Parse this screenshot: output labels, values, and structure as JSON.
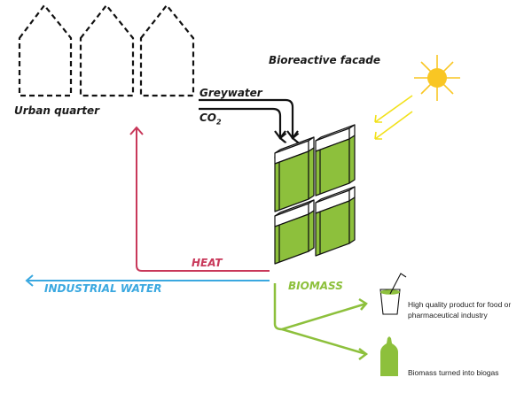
{
  "title": "Bioreactive facade",
  "labels": {
    "urban_quarter": "Urban quarter",
    "bioreactive_facade": "Bioreactive facade",
    "greywater": "Greywater",
    "co2_main": "CO",
    "co2_sub": "2",
    "heat": "HEAT",
    "industrial_water": "INDUSTRIAL WATER",
    "biomass": "BIOMASS",
    "product_line1": "High quality product for food or",
    "product_line2": "pharmaceutical industry",
    "biogas": "Biomass turned into biogas"
  },
  "colors": {
    "heat": "#c8385a",
    "industrial_water": "#3aa8e0",
    "biomass": "#8dc03c",
    "sun": "#f9c623",
    "sun_rays": "#f2e11a",
    "inputs": "#111111"
  },
  "houses": {
    "count": 3,
    "style": "dashed"
  },
  "facade_panels": {
    "count": 4
  },
  "icons": [
    "house-outline-icon",
    "sun-icon",
    "glass-with-straw-icon",
    "bottle-icon"
  ]
}
